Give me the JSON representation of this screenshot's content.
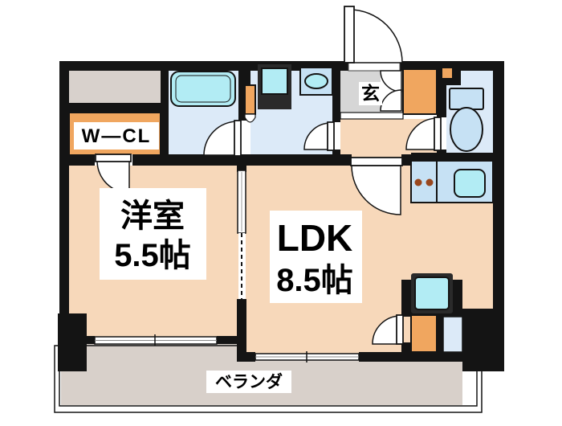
{
  "floorplan": {
    "rooms": {
      "western_room": {
        "name": "洋室",
        "size": "5.5帖"
      },
      "ldk": {
        "name": "LDK",
        "size": "8.5帖"
      },
      "walk_in_closet": {
        "name": "W—CL"
      },
      "entrance": {
        "name": "玄"
      },
      "veranda": {
        "name": "ベランダ"
      }
    },
    "fixture_icons": [
      "bathtub",
      "washing-machine-space",
      "washbasin",
      "toilet",
      "kitchen-stove-burners",
      "kitchen-sink",
      "shoe-cabinet",
      "entrance-door",
      "storage-cabinet",
      "appliance-space",
      "storage-door-panel",
      "balcony-railing",
      "sliding-partition"
    ],
    "colors": {
      "wall": "#141414",
      "floor_peach": "#F7D8BA",
      "balcony_gray": "#D8D0CA",
      "closet_gray": "#D8D1CC",
      "door_orange": "#F0A65F",
      "water_floor": "#DCEAF8",
      "fixture_blue": "#C6E1F4",
      "fixture_cyan": "#B2ECF4",
      "genkan_gray": "#D6D6D6",
      "burner_brown": "#99471E",
      "appliance_frame": "#2A2A2A",
      "label_bg": "#FFFFFF",
      "text": "#000000"
    }
  }
}
